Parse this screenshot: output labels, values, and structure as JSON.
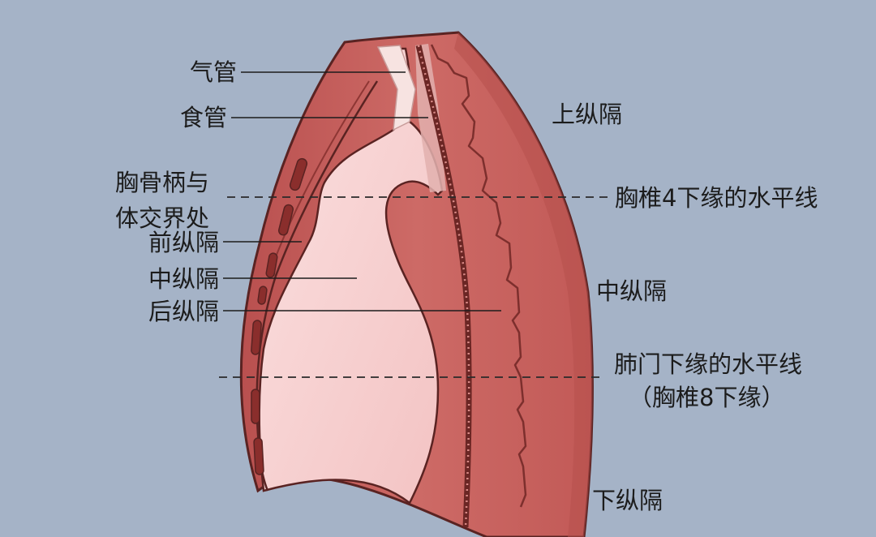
{
  "labels": {
    "trachea": "气管",
    "esophagus": "食管",
    "sternal_angle_line1": "胸骨柄与",
    "sternal_angle_line2": "体交界处",
    "anterior_mediastinum": "前纵隔",
    "middle_mediastinum_left": "中纵隔",
    "posterior_mediastinum": "后纵隔",
    "superior_mediastinum": "上纵隔",
    "t4_line": "胸椎4下缘的水平线",
    "middle_mediastinum_right": "中纵隔",
    "hilum_line1": "肺门下缘的水平线",
    "hilum_line2": "（胸椎8下缘）",
    "inferior_mediastinum": "下纵隔"
  },
  "colors": {
    "background": "#a5b3c7",
    "tissue": "#c8615e",
    "tissue_dark": "#9e3f3c",
    "heart": "#f7cfcf",
    "heart_shadow": "#e9a7a8",
    "outline": "#5a2322",
    "text": "#1c1c1c"
  }
}
